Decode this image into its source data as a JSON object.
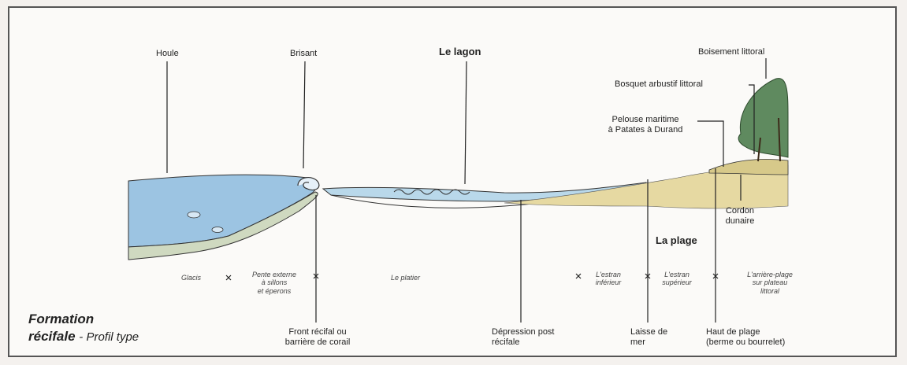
{
  "title": {
    "line1": "Formation",
    "line2": "récifale",
    "subtitle": "- Profil type"
  },
  "labels": {
    "houle": "Houle",
    "brisant": "Brisant",
    "lagon": "Le lagon",
    "boisement": "Boisement littoral",
    "bosquet": "Bosquet arbustif littoral",
    "pelouse_1": "Pelouse maritime",
    "pelouse_2": "à Patates à Durand",
    "cordon_1": "Cordon",
    "cordon_2": "dunaire",
    "plage": "La plage",
    "front_1": "Front récifal ou",
    "front_2": "barrière de corail",
    "depression_1": "Dépression post",
    "depression_2": "récifale",
    "laisse_1": "Laisse de",
    "laisse_2": "mer",
    "haut_1": "Haut de plage",
    "haut_2": "(berme ou bourrelet)"
  },
  "zones": {
    "glacis": "Glacis",
    "pente_1": "Pente externe",
    "pente_2": "à sillons",
    "pente_3": "et éperons",
    "platier": "Le platier",
    "estran_inf_1": "L'estran",
    "estran_inf_2": "inférieur",
    "estran_sup_1": "L'estran",
    "estran_sup_2": "supérieur",
    "arriere_1": "L'arrière-plage",
    "arriere_2": "sur plateau",
    "arriere_3": "littoral"
  },
  "colors": {
    "water": "#9cc4e2",
    "sand": "#e6d9a2",
    "tree": "#5f8a5f",
    "reef": "#cfd9c0"
  },
  "icons": {
    "zone_separator": "cross-icon"
  }
}
